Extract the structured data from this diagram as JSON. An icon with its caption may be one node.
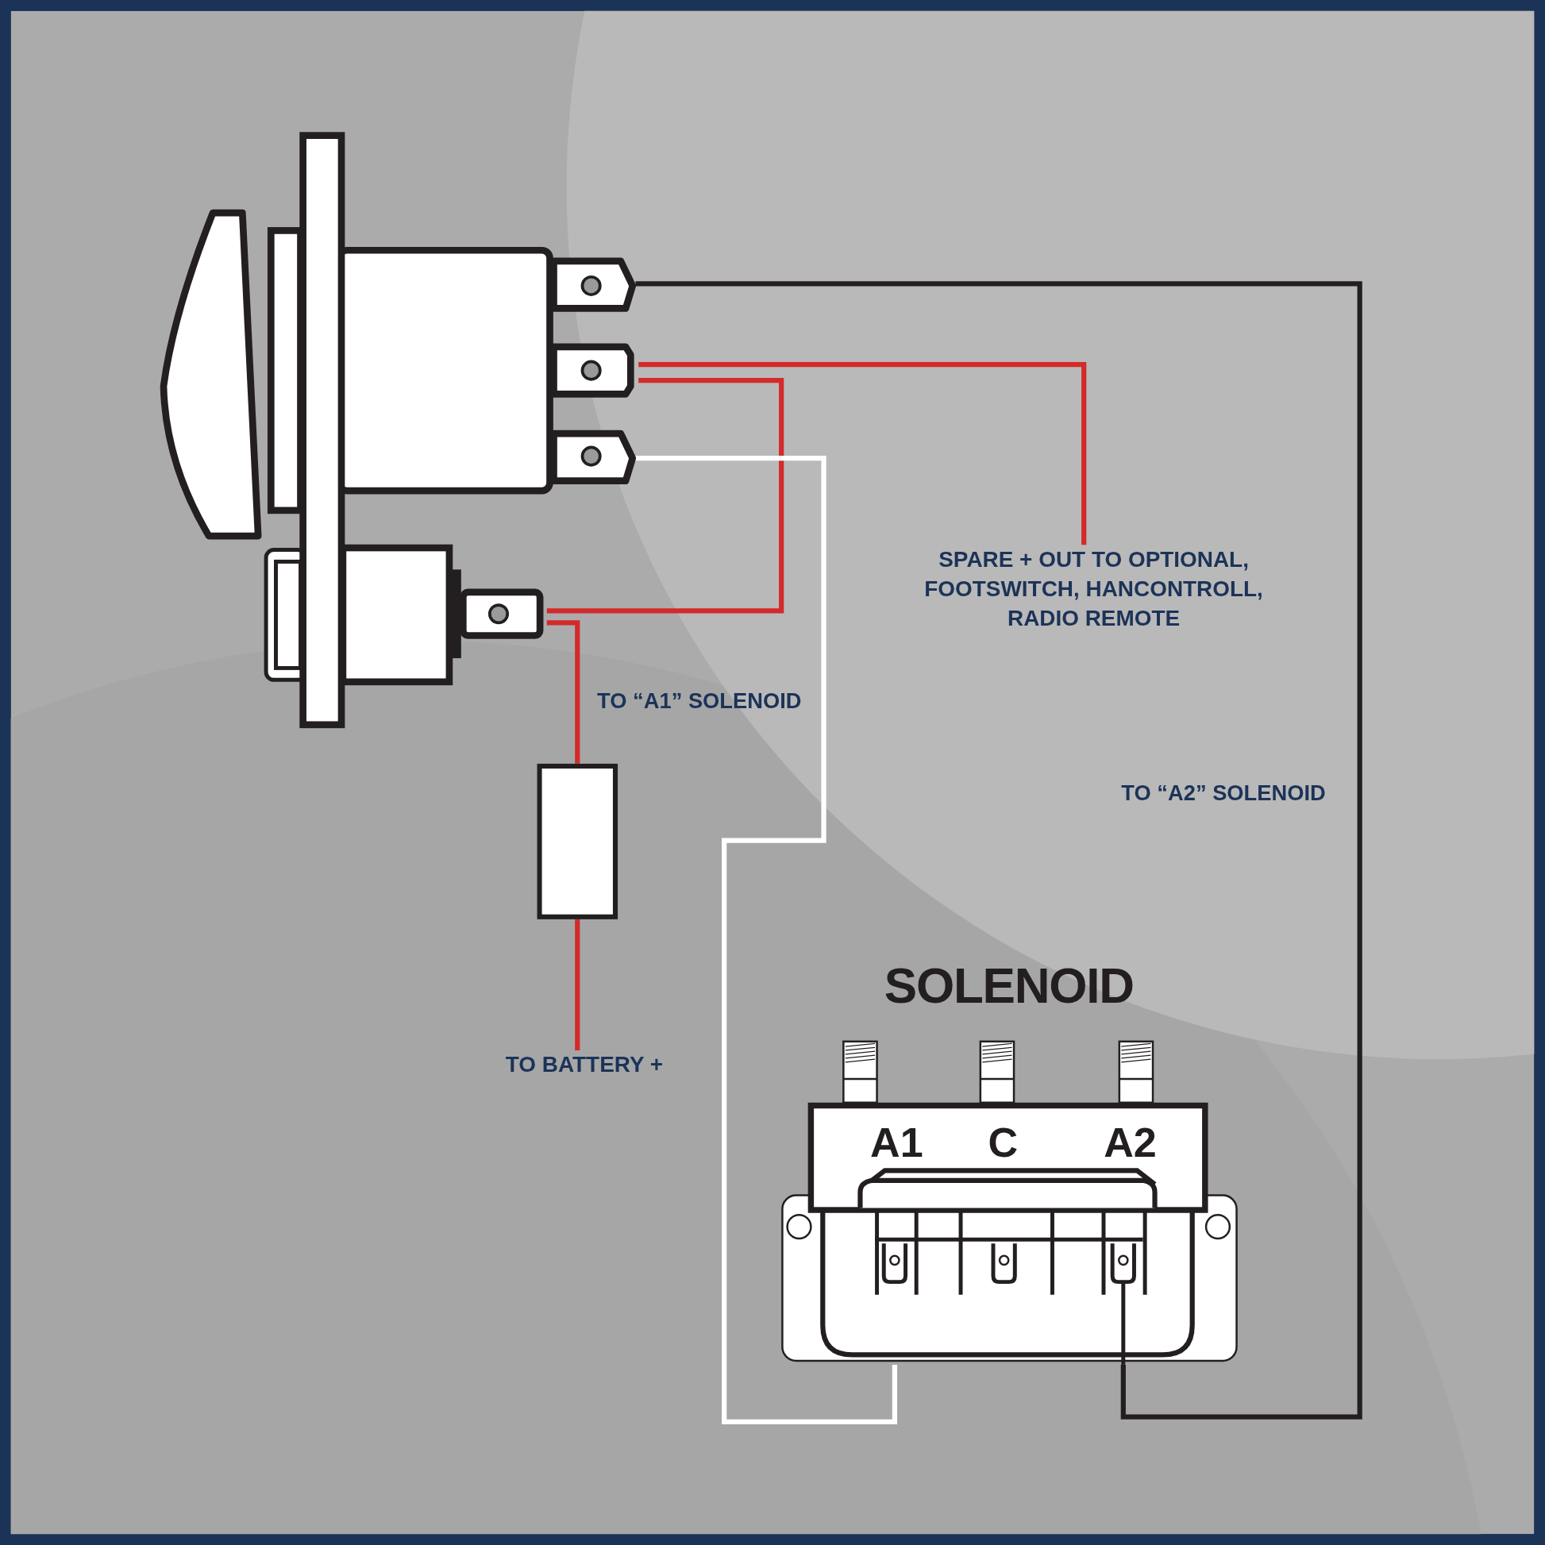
{
  "diagram": {
    "nodes": [
      {
        "text": [],
        "shape": "picture"
      },
      {
        "text": [],
        "shape": "picture"
      },
      {
        "text": [],
        "shape": "box"
      },
      {
        "text": [
          "SPARE + OUT TO OPTIONAL, FOOTSWITCH, HANCONTROLL, RADIO REMOTE"
        ]
      },
      {
        "text": [
          "TO BATTERY +"
        ]
      },
      {
        "text": [
          "SOLENOID",
          "A1",
          "C",
          "A2"
        ]
      }
    ],
    "edges": [
      {
        "from": 0,
        "to": 5,
        "arrow": "none",
        "label": "TO “A2” SOLENOID",
        "color": "#231f20"
      },
      {
        "from": 0,
        "to": 3,
        "arrow": "none"
      },
      {
        "from": 0,
        "to": 1,
        "arrow": "none"
      },
      {
        "from": 0,
        "to": 5,
        "arrow": "none",
        "label": "TO “A1” SOLENOID",
        "color": "#ffffff"
      },
      {
        "from": 1,
        "to": 2,
        "arrow": "none"
      },
      {
        "from": 2,
        "to": 4,
        "arrow": "none"
      }
    ]
  }
}
